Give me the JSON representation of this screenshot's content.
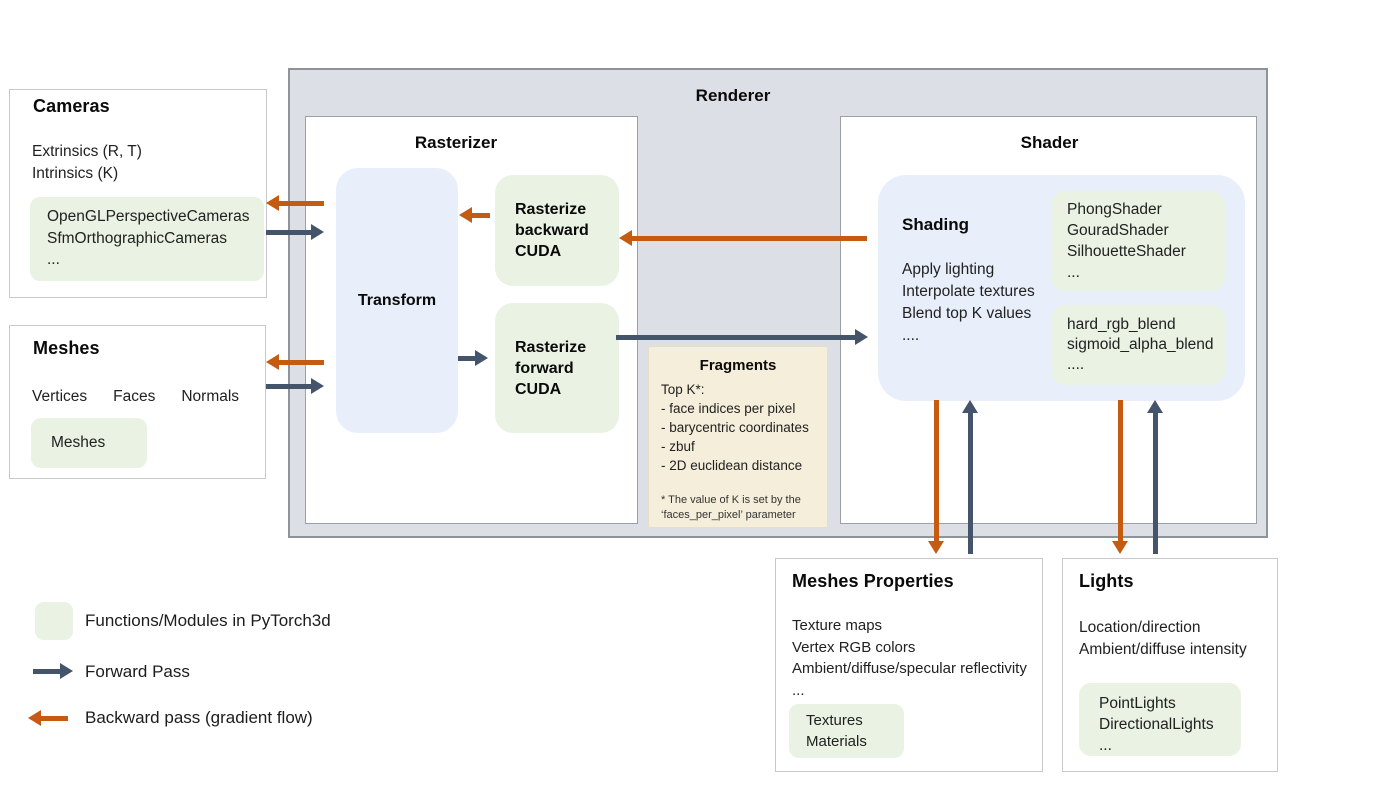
{
  "colors": {
    "module_green": "#e9f2e3",
    "process_blue": "#e8eefa",
    "fragments_beige": "#f4eeda",
    "renderer_gray": "#dce0e6",
    "forward_arrow": "#44546a",
    "backward_arrow": "#c55a11"
  },
  "renderer": {
    "title": "Renderer"
  },
  "cameras": {
    "title": "Cameras",
    "lines": [
      "Extrinsics (R, T)",
      "Intrinsics (K)"
    ],
    "modules": [
      "OpenGLPerspectiveCameras",
      "SfmOrthographicCameras",
      "..."
    ]
  },
  "meshes": {
    "title": "Meshes",
    "fields": [
      "Vertices",
      "Faces",
      "Normals"
    ],
    "modules": [
      "Meshes"
    ]
  },
  "rasterizer": {
    "title": "Rasterizer",
    "transform": "Transform",
    "backward": "Rasterize backward CUDA",
    "forward": "Rasterize forward CUDA"
  },
  "fragments": {
    "title": "Fragments",
    "lines": [
      "Top K*:",
      "- face indices per pixel",
      "- barycentric coordinates",
      "- zbuf",
      "- 2D euclidean distance"
    ],
    "footnote": "* The value of K is set by the ‘faces_per_pixel’ parameter"
  },
  "shader": {
    "title": "Shader",
    "shading_title": "Shading",
    "shading_lines": [
      "Apply lighting",
      "Interpolate textures",
      "Blend top K values",
      "...."
    ],
    "shader_modules": [
      "PhongShader",
      "GouradShader",
      "SilhouetteShader",
      "..."
    ],
    "blend_modules": [
      "hard_rgb_blend",
      "sigmoid_alpha_blend",
      "...."
    ]
  },
  "meshes_properties": {
    "title": "Meshes Properties",
    "lines": [
      "Texture maps",
      "Vertex RGB colors",
      "Ambient/diffuse/specular reflectivity",
      "..."
    ],
    "modules": [
      "Textures",
      "Materials"
    ]
  },
  "lights": {
    "title": "Lights",
    "lines": [
      "Location/direction",
      "Ambient/diffuse intensity"
    ],
    "modules": [
      "PointLights",
      "DirectionalLights",
      "..."
    ]
  },
  "legend": {
    "module_label": "Functions/Modules in PyTorch3d",
    "forward_label": "Forward Pass",
    "backward_label": "Backward pass (gradient flow)"
  }
}
